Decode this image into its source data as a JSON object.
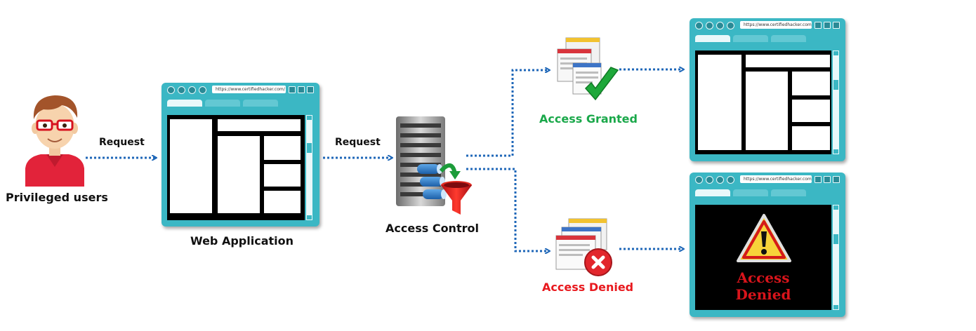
{
  "labels": {
    "user": "Privileged users",
    "web_app": "Web Application",
    "access_control": "Access Control",
    "granted": "Access Granted",
    "denied": "Access Denied"
  },
  "arrows": {
    "request_1": "Request",
    "request_2": "Request"
  },
  "browser": {
    "url": "https://www.certifiedhacker.com/"
  },
  "denied_screen": {
    "line1": "Access",
    "line2": "Denied"
  },
  "colors": {
    "granted": "#1aa84a",
    "denied": "#e8191e",
    "arrow": "#1f67b8",
    "browser_frame": "#3bb7c4"
  }
}
